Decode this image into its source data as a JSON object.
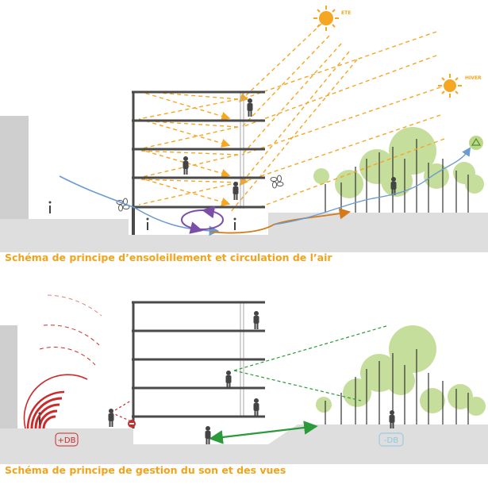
{
  "captions": {
    "sun": "Schéma de principe d’ensoleillement et circulation de l’air",
    "sound": "Schéma de principe de gestion du son et des vues"
  },
  "labels": {
    "summer_sun": "ETE",
    "winter_sun": "HIVER",
    "noise_plus": "+DB",
    "noise_minus": "-DB"
  },
  "colors": {
    "caption": "#f2a31c",
    "sun": "#f5a623",
    "ground": "#dedede",
    "wall": "#4a4a4a",
    "tree": "#bcd98a",
    "air_cool": "#6a9bd2",
    "air_warm": "#d27a1c",
    "air_loop": "#7b4fa8",
    "sound": "#cc2a2a",
    "view_line": "#2b9a3a",
    "minus_db": "#8cc8de"
  },
  "icons": [
    "sun-summer-icon",
    "sun-winter-icon",
    "fan-icon",
    "person-icon",
    "tree-icon",
    "no-entry-icon",
    "recycle-icon"
  ]
}
